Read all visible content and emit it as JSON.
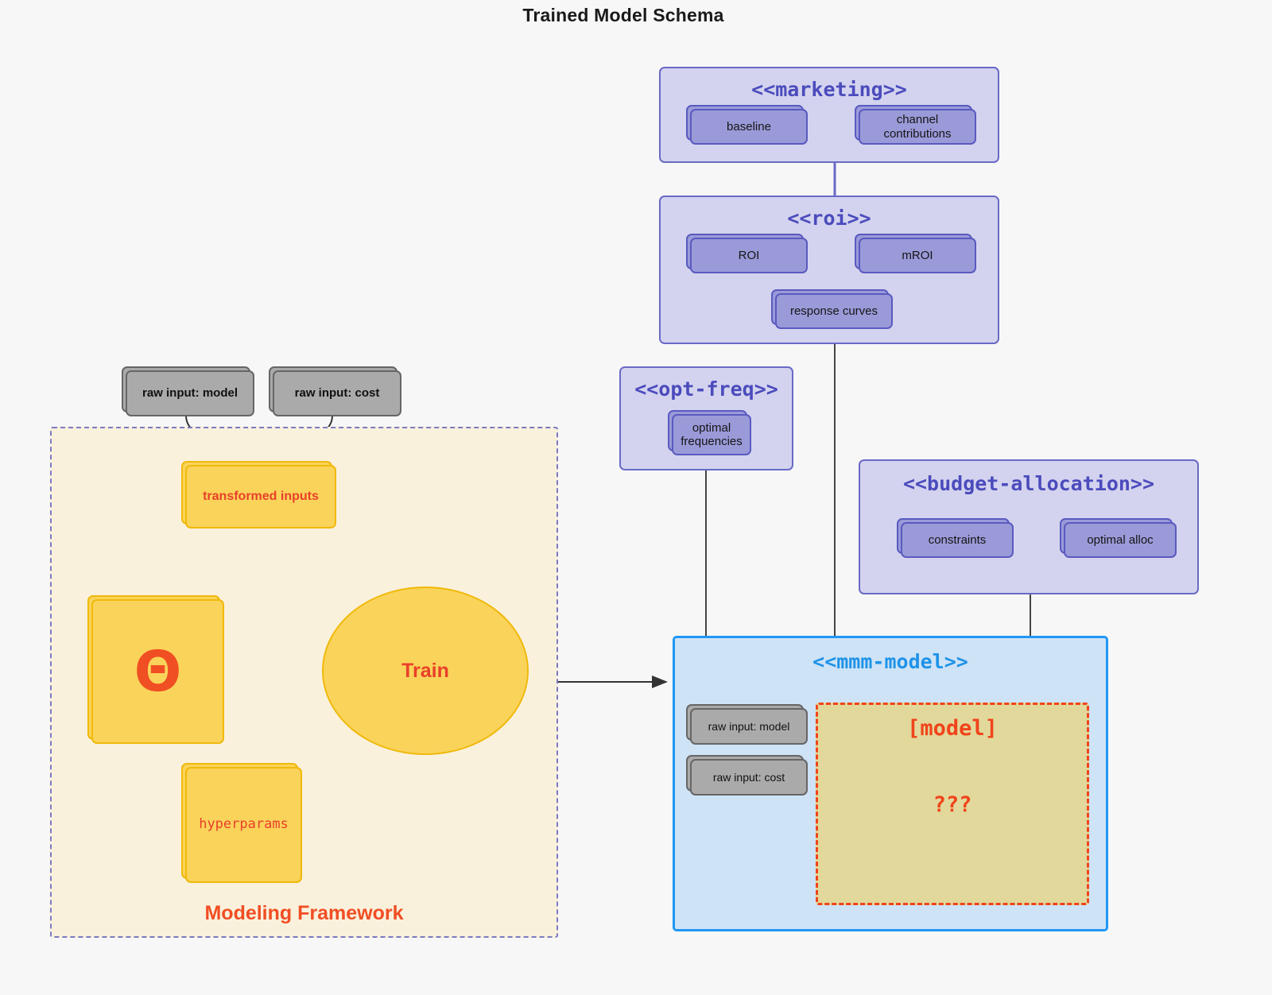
{
  "title": "Trained Model Schema",
  "colors": {
    "background": "#f7f7f7",
    "package_fill": "#d3d3ef",
    "package_border": "#6a6ac6",
    "package_title": "#4b4bbd",
    "node_purple_fill": "#9a9ad9",
    "node_gray_fill": "#aaaaaa",
    "node_yellow_fill": "#fad35a",
    "framework_fill": "#faf1dd",
    "framework_border": "#7b7bc0",
    "accent_red": "#f04e23",
    "mmm_fill": "#cee3f6",
    "mmm_border": "#2196f3",
    "model_fill": "#e2d89b",
    "model_border": "#f0441b"
  },
  "packages": {
    "marketing": {
      "title": "<<marketing>>",
      "nodes": [
        {
          "label": "baseline"
        },
        {
          "label": "channel contributions"
        }
      ]
    },
    "roi": {
      "title": "<<roi>>",
      "nodes": [
        {
          "label": "ROI"
        },
        {
          "label": "mROI"
        },
        {
          "label": "response curves"
        }
      ]
    },
    "opt_freq": {
      "title": "<<opt-freq>>",
      "nodes": [
        {
          "label": "optimal\nfrequencies"
        }
      ]
    },
    "budget_allocation": {
      "title": "<<budget-allocation>>",
      "nodes": [
        {
          "label": "constraints"
        },
        {
          "label": "optimal alloc"
        }
      ]
    },
    "mmm_model": {
      "title": "<<mmm-model>>",
      "nodes": [
        {
          "label": "raw input: model"
        },
        {
          "label": "raw input: cost"
        }
      ],
      "model_box": {
        "heading": "[model]",
        "body": "???"
      }
    }
  },
  "inputs": [
    {
      "label": "raw input: model"
    },
    {
      "label": "raw input: cost"
    }
  ],
  "framework": {
    "label": "Modeling Framework",
    "nodes": [
      {
        "label": "transformed inputs"
      },
      {
        "label": "Θ"
      },
      {
        "label": "hyperparams"
      }
    ],
    "process": {
      "label": "Train"
    }
  }
}
